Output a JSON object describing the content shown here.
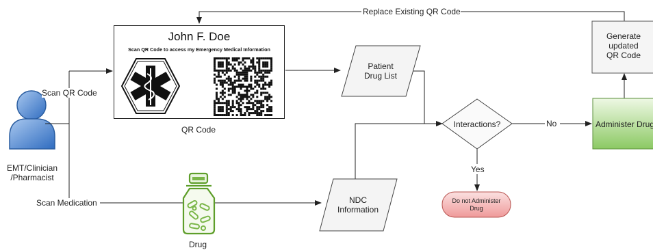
{
  "actor": {
    "label_line1": "EMT/Clinician",
    "label_line2": "/Pharmacist",
    "icon": "person-icon"
  },
  "flows": {
    "scan_qr": "Scan QR Code",
    "scan_medication": "Scan Medication",
    "replace_qr": "Replace Existing QR Code",
    "yes": "Yes",
    "no": "No"
  },
  "qr_card": {
    "name": "John F. Doe",
    "subtitle": "Scan QR Code to access my Emergency Medical Information",
    "caption": "QR Code",
    "icons": [
      "star-of-life-icon",
      "qr-code-icon"
    ]
  },
  "drug": {
    "caption": "Drug",
    "icon": "pill-bottle-icon"
  },
  "nodes": {
    "patient_drug_list": [
      "Patient",
      "Drug List"
    ],
    "ndc_information": [
      "NDC",
      "Information"
    ],
    "interactions": "Interactions?",
    "administer_drug": "Administer Drug",
    "generate_qr": [
      "Generate",
      "updated",
      "QR Code"
    ],
    "do_not_administer": [
      "Do not Administer",
      "Drug"
    ]
  },
  "colors": {
    "line": "#222222",
    "person_fill": "#5b8fd1",
    "drug_green": "#7ab648",
    "administer_fill_top": "#e9f5dc",
    "administer_fill_bottom": "#8cc964",
    "do_not_fill": "#f2b5b5",
    "do_not_border": "#c0504d",
    "generate_fill": "#f5f5f5"
  }
}
